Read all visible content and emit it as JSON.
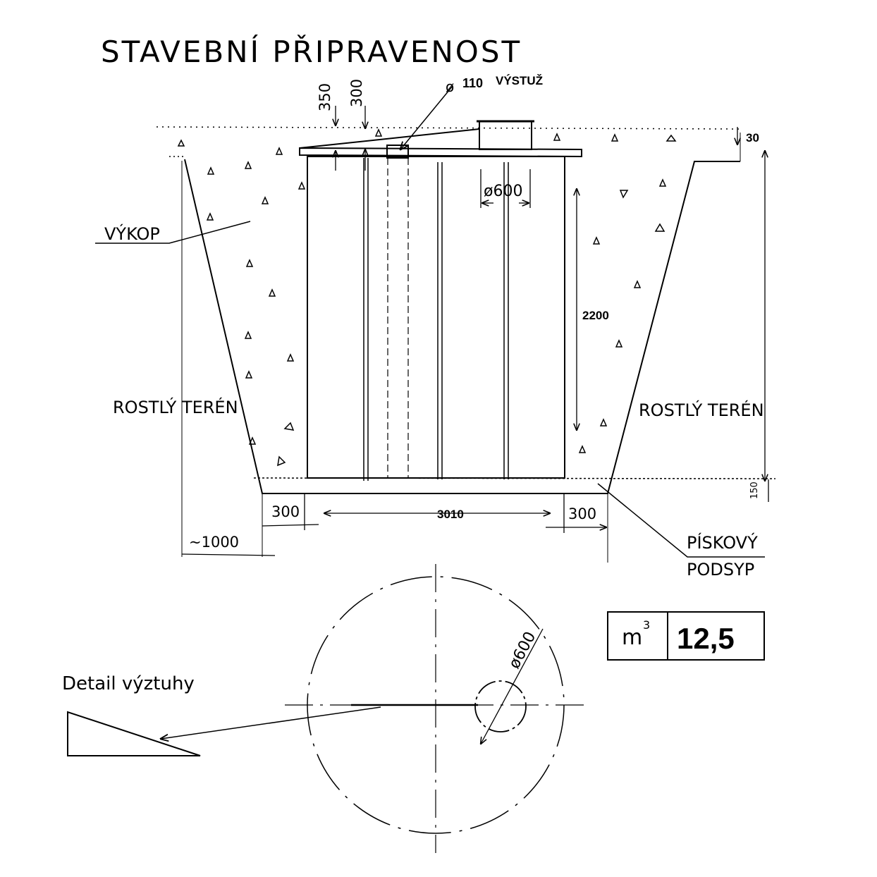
{
  "title": "STAVEBNÍ PŘIPRAVENOST",
  "labels": {
    "vykop": "VÝKOP",
    "terrain_left": "ROSTLÝ TERÉN",
    "terrain_right": "ROSTLÝ TERÉN",
    "sand_line1": "PÍSKOVÝ",
    "sand_line2": "PODSYP",
    "detail": "Detail výztuhy",
    "outlet_symbol": "ø",
    "outlet_size": "110",
    "outlet_label": "VÝSTUŽ"
  },
  "dimensions": {
    "d350": "350",
    "d300_top": "300",
    "d30": "30",
    "d600_top": "ø600",
    "d2200": "2200",
    "d150": "150",
    "d300_left": "300",
    "d3010": "3010",
    "d300_right": "300",
    "d1000": "~1000",
    "d600_plan": "ø600"
  },
  "volume": {
    "unit": "m",
    "unit_exp": "3",
    "value": "12,5"
  }
}
